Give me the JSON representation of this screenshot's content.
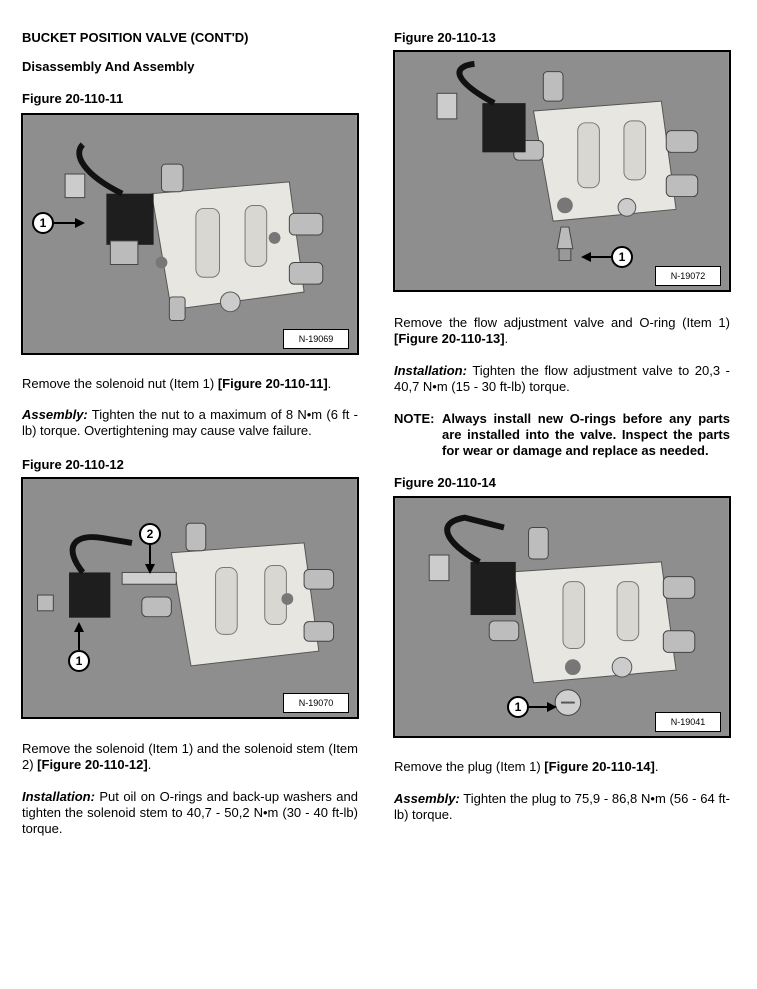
{
  "header": {
    "title": "BUCKET POSITION VALVE (CONT'D)",
    "subtitle": "Disassembly And Assembly"
  },
  "left": {
    "fig11": {
      "caption": "Figure 20-110-11",
      "label": "N-19069",
      "callouts": [
        "1"
      ]
    },
    "p11a": {
      "text": "Remove the solenoid nut (Item 1) ",
      "ref": "[Figure 20-110-11]",
      "tail": "."
    },
    "p11b": {
      "lead": "Assembly:",
      "text": " Tighten the nut to a maximum of 8 N•m (6 ft - lb) torque. Overtightening may cause valve failure."
    },
    "fig12": {
      "caption": "Figure 20-110-12",
      "label": "N-19070",
      "callouts": [
        "1",
        "2"
      ]
    },
    "p12a": {
      "text": "Remove the solenoid (Item 1) and the solenoid stem (Item 2) ",
      "ref": "[Figure 20-110-12]",
      "tail": "."
    },
    "p12b": {
      "lead": "Installation:",
      "text": " Put oil on O-rings and back-up washers and tighten the solenoid stem to 40,7 - 50,2 N•m (30 - 40 ft-lb) torque."
    }
  },
  "right": {
    "fig13": {
      "caption": "Figure 20-110-13",
      "label": "N-19072",
      "callouts": [
        "1"
      ]
    },
    "p13a": {
      "text": "Remove the flow adjustment valve and O-ring (Item 1) ",
      "ref": "[Figure 20-110-13]",
      "tail": "."
    },
    "p13b": {
      "lead": "Installation:",
      "text": " Tighten the flow adjustment valve to 20,3 - 40,7 N•m (15 - 30 ft-lb) torque."
    },
    "note": {
      "label": "NOTE:",
      "text": "Always install new O-rings before any parts are installed into the valve. Inspect the parts for wear or damage and replace as needed."
    },
    "fig14": {
      "caption": "Figure 20-110-14",
      "label": "N-19041",
      "callouts": [
        "1"
      ]
    },
    "p14a": {
      "text": "Remove the plug (Item 1) ",
      "ref": "[Figure 20-110-14]",
      "tail": "."
    },
    "p14b": {
      "lead": "Assembly:",
      "text": " Tighten the plug to 75,9 - 86,8 N•m (56 - 64 ft-lb) torque."
    }
  },
  "colors": {
    "photo_bg": "#9a9a9a",
    "valve_body": "#e8e8e4",
    "solenoid": "#1e1e1e"
  }
}
